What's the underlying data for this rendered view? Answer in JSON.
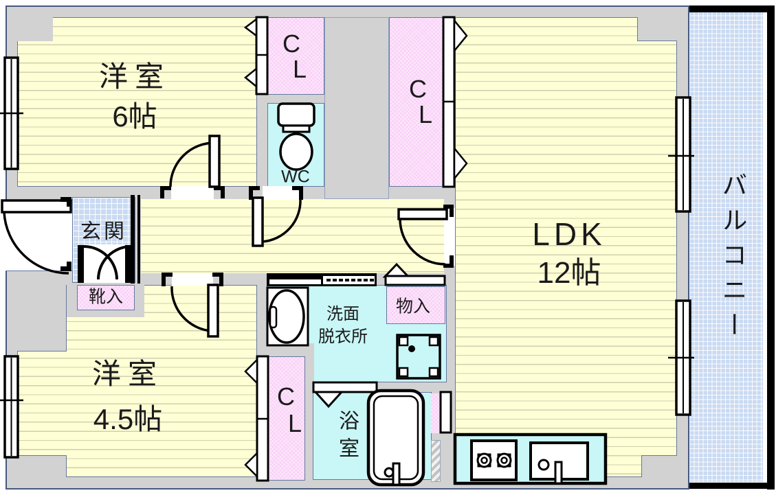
{
  "plan": {
    "colors": {
      "wall": "#d2d2d2",
      "line": "#46587e",
      "roomline": "#6577a0",
      "yellow": "#ffffd6",
      "stripe": "#cfcfae",
      "pink": "#f9d2f7",
      "cyan": "#c9f6f6",
      "blue": "#c9daf2"
    },
    "rooms": {
      "bedroom6": {
        "name": "洋室",
        "size": "6帖"
      },
      "bedroom45": {
        "name": "洋室",
        "size": "4.5帖"
      },
      "ldk": {
        "name": "LDK",
        "size": "12帖"
      },
      "entrance": {
        "label": "玄関"
      },
      "shoe_cabinet": {
        "label": "靴入"
      },
      "wc": {
        "label": "WC"
      },
      "washroom": {
        "line1": "洗面",
        "line2": "脱衣所"
      },
      "storage": {
        "label": "物入"
      },
      "bathroom": {
        "label": "浴室"
      },
      "balcony": {
        "label": "バルコニー"
      }
    },
    "closet_label": {
      "c": "C",
      "l": "L"
    }
  }
}
